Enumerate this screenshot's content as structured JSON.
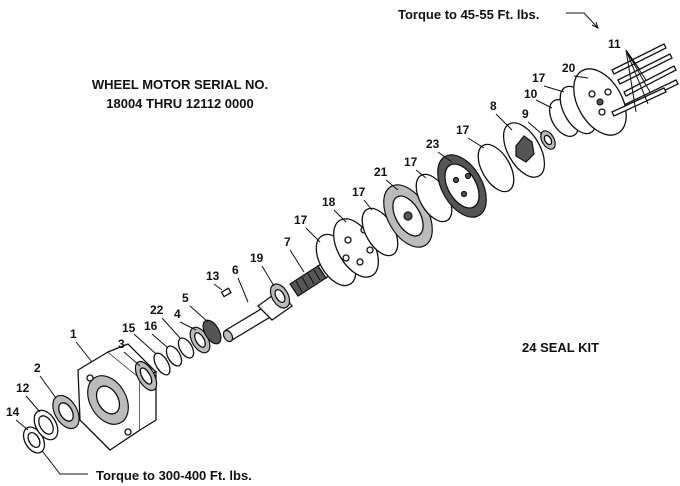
{
  "title": {
    "line1": "WHEEL MOTOR SERIAL NO.",
    "line2": "18004 THRU 12112 0000"
  },
  "notes": {
    "torque_top": "Torque to 45-55 Ft. lbs.",
    "torque_bottom": "Torque to 300-400 Ft. lbs.",
    "seal_kit": "24 SEAL KIT"
  },
  "callouts": [
    "1",
    "2",
    "3",
    "4",
    "5",
    "6",
    "7",
    "8",
    "9",
    "10",
    "11",
    "12",
    "13",
    "14",
    "15",
    "16",
    "17",
    "17",
    "17",
    "17",
    "17",
    "18",
    "19",
    "20",
    "21",
    "22",
    "23"
  ]
}
